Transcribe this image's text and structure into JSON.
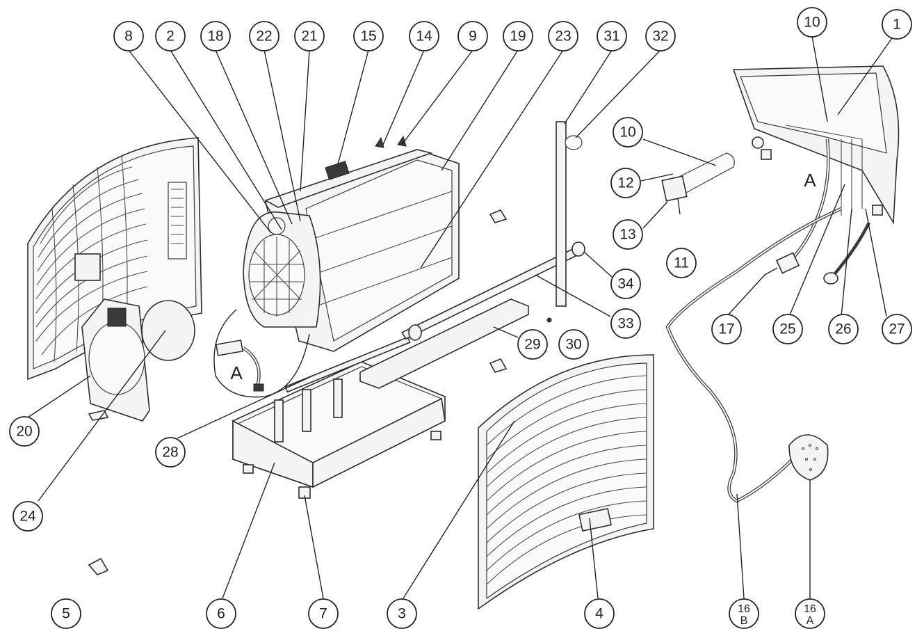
{
  "detail_letters": [
    "A",
    "A"
  ],
  "callouts": [
    {
      "id": "c8",
      "label": "8"
    },
    {
      "id": "c2",
      "label": "2"
    },
    {
      "id": "c18",
      "label": "18"
    },
    {
      "id": "c22",
      "label": "22"
    },
    {
      "id": "c21",
      "label": "21"
    },
    {
      "id": "c15",
      "label": "15"
    },
    {
      "id": "c14",
      "label": "14"
    },
    {
      "id": "c9",
      "label": "9"
    },
    {
      "id": "c19",
      "label": "19"
    },
    {
      "id": "c23",
      "label": "23"
    },
    {
      "id": "c31",
      "label": "31"
    },
    {
      "id": "c32",
      "label": "32"
    },
    {
      "id": "c10a",
      "label": "10"
    },
    {
      "id": "c1",
      "label": "1"
    },
    {
      "id": "c10b",
      "label": "10"
    },
    {
      "id": "c12",
      "label": "12"
    },
    {
      "id": "c13",
      "label": "13"
    },
    {
      "id": "c11",
      "label": "11"
    },
    {
      "id": "c34",
      "label": "34"
    },
    {
      "id": "c33",
      "label": "33"
    },
    {
      "id": "c29",
      "label": "29"
    },
    {
      "id": "c30",
      "label": "30"
    },
    {
      "id": "c17",
      "label": "17"
    },
    {
      "id": "c25",
      "label": "25"
    },
    {
      "id": "c26",
      "label": "26"
    },
    {
      "id": "c27",
      "label": "27"
    },
    {
      "id": "c20",
      "label": "20"
    },
    {
      "id": "c24",
      "label": "24"
    },
    {
      "id": "c28",
      "label": "28"
    },
    {
      "id": "c5",
      "label": "5"
    },
    {
      "id": "c6",
      "label": "6"
    },
    {
      "id": "c7",
      "label": "7"
    },
    {
      "id": "c3",
      "label": "3"
    },
    {
      "id": "c4",
      "label": "4"
    }
  ],
  "stacked_callouts": [
    {
      "id": "c16b",
      "top": "16",
      "bottom": "B"
    },
    {
      "id": "c16a",
      "top": "16",
      "bottom": "A"
    }
  ]
}
